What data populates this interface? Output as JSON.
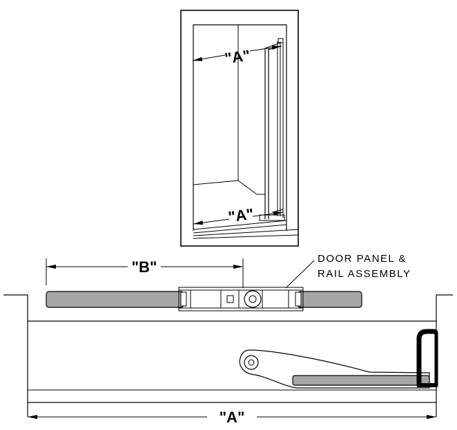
{
  "labels": {
    "dim_a": "\"A\"",
    "dim_b": "\"B\"",
    "callout_line1": "DOOR PANEL &",
    "callout_line2": "RAIL ASSEMBLY"
  },
  "colors": {
    "line": "#000000",
    "panel_fill": "#a6a6a6",
    "background": "#ffffff"
  }
}
